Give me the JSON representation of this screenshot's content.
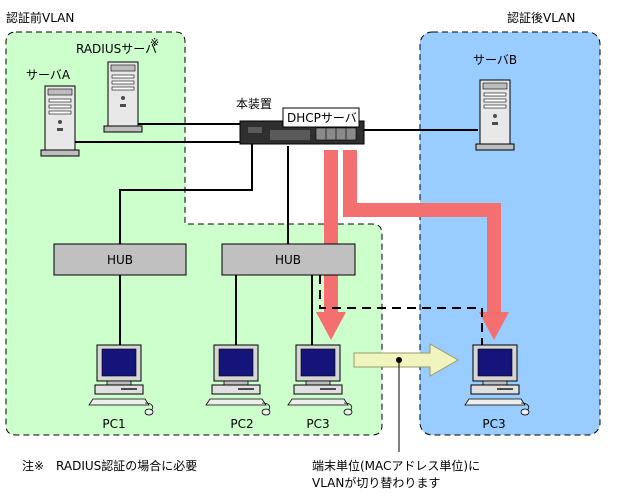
{
  "zones": {
    "pre_auth_vlan": "認証前VLAN",
    "post_auth_vlan": "認証後VLAN"
  },
  "servers": {
    "radius": "RADIUSサーバ",
    "radius_mark": "※",
    "server_a": "サーバA",
    "server_b": "サーバB"
  },
  "device": {
    "main_device": "本装置",
    "dhcp_server": "DHCPサーバ"
  },
  "hubs": {
    "hub_left": "HUB",
    "hub_right": "HUB"
  },
  "pcs": {
    "pc1": "PC1",
    "pc2": "PC2",
    "pc3": "PC3",
    "pc3_moved": "PC3"
  },
  "notes": {
    "footnote": "注※　RADIUS認証の場合に必要",
    "callout_line1": "端末単位(MACアドレス単位)に",
    "callout_line2": "VLANが切り替わります"
  },
  "colors": {
    "pre_auth_fill": "#ccffcc",
    "post_auth_fill": "#99ccff",
    "arrow_red": "#f46f6f",
    "hub_fill": "#c0c0c0",
    "move_arrow": "#f0f5c0"
  }
}
